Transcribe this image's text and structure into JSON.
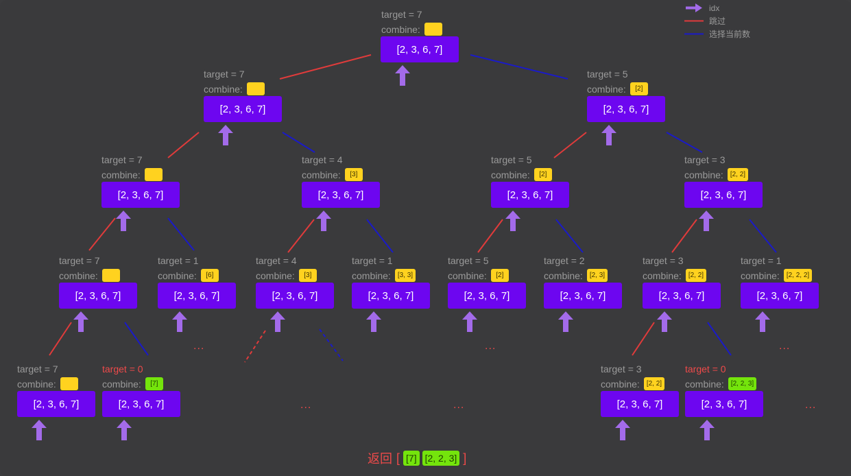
{
  "legend": {
    "idx": "idx",
    "skip": "跳过",
    "select": "选择当前数"
  },
  "colors": {
    "skip": "#e03b3b",
    "select": "#1a1ac8",
    "box": "#6d06f0",
    "arrow": "#a36bea",
    "chip_yellow": "#ffd21f",
    "chip_green": "#74e40c"
  },
  "candidates": "[2, 3, 6, 7]",
  "combine_label": "combine:",
  "nodes": [
    {
      "id": "r",
      "target": "target = 7",
      "chip": ""
    },
    {
      "id": "l",
      "target": "target = 7",
      "chip": ""
    },
    {
      "id": "r2",
      "target": "target = 5",
      "chip": "[2]"
    },
    {
      "id": "ll",
      "target": "target = 7",
      "chip": ""
    },
    {
      "id": "lr",
      "target": "target = 4",
      "chip": "[3]"
    },
    {
      "id": "rl",
      "target": "target = 5",
      "chip": "[2]"
    },
    {
      "id": "rr",
      "target": "target = 3",
      "chip": "[2, 2]"
    },
    {
      "id": "lll",
      "target": "target = 7",
      "chip": ""
    },
    {
      "id": "llr",
      "target": "target = 1",
      "chip": "[6]"
    },
    {
      "id": "lrl",
      "target": "target = 4",
      "chip": "[3]"
    },
    {
      "id": "lrr",
      "target": "target = 1",
      "chip": "[3, 3]"
    },
    {
      "id": "rll",
      "target": "target = 5",
      "chip": "[2]"
    },
    {
      "id": "rlr",
      "target": "target = 2",
      "chip": "[2, 3]"
    },
    {
      "id": "rrl",
      "target": "target = 3",
      "chip": "[2, 2]"
    },
    {
      "id": "rrr",
      "target": "target = 1",
      "chip": "[2, 2, 2]"
    },
    {
      "id": "llll",
      "target": "target = 7",
      "chip": ""
    },
    {
      "id": "lllr",
      "target": "target = 0",
      "chip": "[7]"
    },
    {
      "id": "rrll",
      "target": "target = 3",
      "chip": "[2, 2]"
    },
    {
      "id": "rrlr",
      "target": "target = 0",
      "chip": "[2, 2, 3]"
    }
  ],
  "ellipsis": "...",
  "result": {
    "label": "返回",
    "open": "[",
    "close": "]",
    "items": [
      "[7]",
      "[2, 2, 3]"
    ]
  }
}
